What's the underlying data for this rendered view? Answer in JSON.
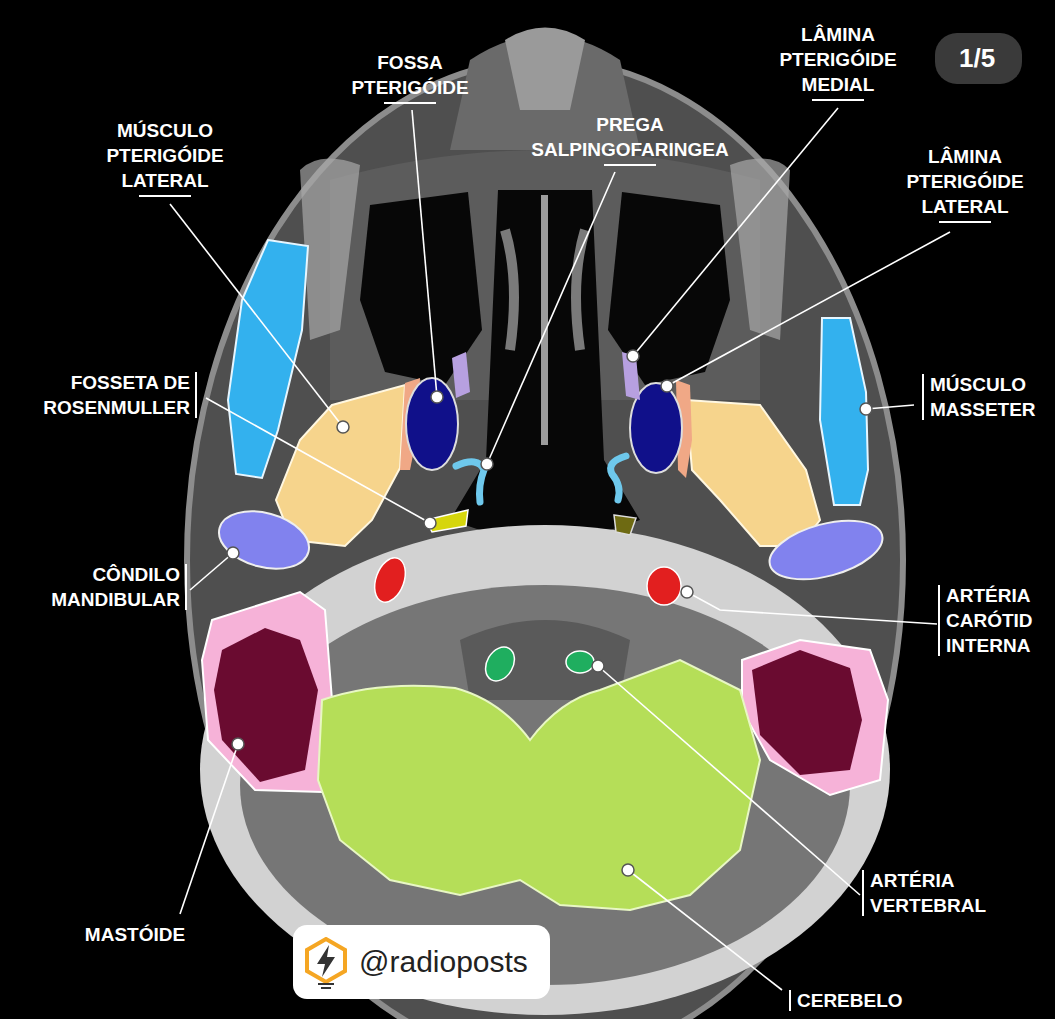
{
  "diagram": {
    "nodes": [
      {
        "text": [
          "1/5"
        ]
      },
      {
        "text": [
          "@radioposts"
        ]
      }
    ],
    "labels": [
      "FOSSA PTERIGÓIDE",
      "LÂMINA PTERIGÓIDE MEDIAL",
      "MÚSCULO PTERIGÓIDE LATERAL",
      "PREGA SALPINGOFARINGEA",
      "LÂMINA PTERIGÓIDE LATERAL",
      "FOSSETA DE ROSENMULLER",
      "MÚSCULO MASSETER",
      "CÔNDILO MANDIBULAR",
      "ARTÉRIA CARÓTID INTERNA",
      "ARTÉRIA VERTEBRAL",
      "MASTÓIDE",
      "CEREBELO"
    ]
  }
}
